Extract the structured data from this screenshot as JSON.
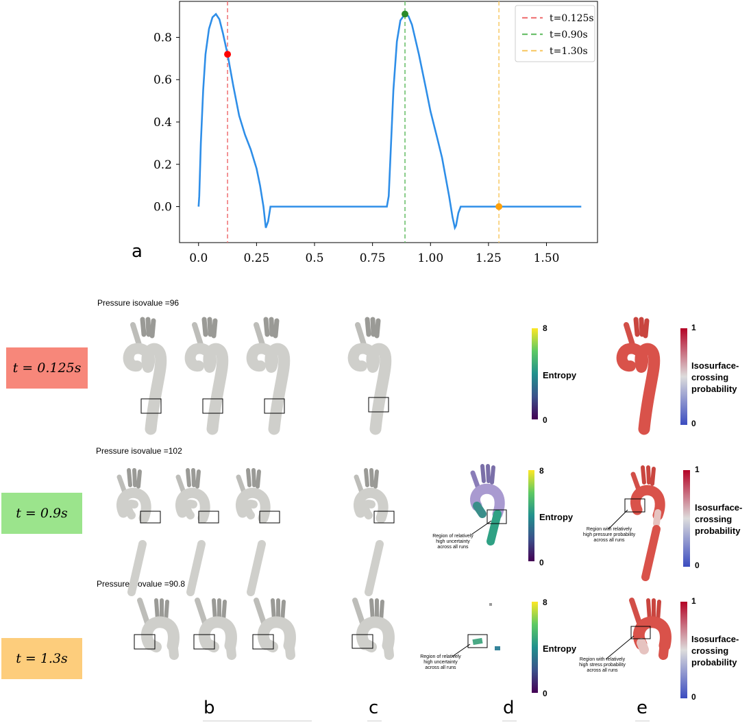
{
  "chart_data": {
    "type": "line",
    "x": [
      0.0,
      0.003,
      0.01,
      0.02,
      0.03,
      0.045,
      0.06,
      0.075,
      0.09,
      0.105,
      0.125,
      0.15,
      0.175,
      0.2,
      0.225,
      0.25,
      0.265,
      0.28,
      0.29,
      0.3,
      0.31,
      0.35,
      0.5,
      0.75,
      0.812,
      0.82,
      0.83,
      0.84,
      0.855,
      0.87,
      0.89,
      0.905,
      0.92,
      0.95,
      0.98,
      1.0,
      1.03,
      1.05,
      1.065,
      1.08,
      1.095,
      1.105,
      1.11,
      1.12,
      1.13,
      1.16,
      1.3,
      1.5,
      1.65
    ],
    "series": [
      {
        "values": [
          0.0,
          0.05,
          0.3,
          0.55,
          0.72,
          0.84,
          0.895,
          0.91,
          0.885,
          0.82,
          0.72,
          0.57,
          0.43,
          0.34,
          0.27,
          0.18,
          0.1,
          0.0,
          -0.1,
          -0.07,
          0.0,
          0.0,
          0.0,
          0.0,
          0.0,
          0.05,
          0.3,
          0.55,
          0.78,
          0.88,
          0.91,
          0.9,
          0.86,
          0.72,
          0.56,
          0.45,
          0.32,
          0.23,
          0.14,
          0.05,
          -0.05,
          -0.1,
          -0.09,
          -0.03,
          0.0,
          0.0,
          0.0,
          0.0,
          0.0
        ]
      }
    ],
    "legend": [
      {
        "label": "t=0.125s",
        "color": "#f0787a",
        "x": 0.125
      },
      {
        "label": "t=0.90s",
        "color": "#6cc06c",
        "x": 0.89
      },
      {
        "label": "t=1.30s",
        "color": "#f8cc6e",
        "x": 1.295
      }
    ],
    "markers": [
      {
        "x": 0.125,
        "y": 0.72,
        "color": "#ff0000"
      },
      {
        "x": 0.89,
        "y": 0.91,
        "color": "#2a8a2a"
      },
      {
        "x": 1.295,
        "y": 0.0,
        "color": "#ffa10a"
      }
    ],
    "xticks": [
      "0.0",
      "0.25",
      "0.5",
      "0.75",
      "1.00",
      "1.25",
      "1.50"
    ],
    "xtick_values": [
      0,
      0.25,
      0.5,
      0.75,
      1.0,
      1.25,
      1.5
    ],
    "yticks": [
      "0.0",
      "0.2",
      "0.4",
      "0.6",
      "0.8"
    ],
    "ytick_values": [
      0,
      0.2,
      0.4,
      0.6,
      0.8
    ],
    "xlim": [
      -0.082,
      1.72
    ],
    "ylim": [
      -0.17,
      0.97
    ],
    "legend_position": "top-right",
    "line_color": "#2e8ee8",
    "grid": false
  },
  "panels": {
    "a": "a",
    "b": "b",
    "c": "c",
    "d": "d",
    "e": "e"
  },
  "rows": [
    {
      "title": "Pressure isovalue =96",
      "time": "t = 0.125s",
      "color": "#f7877a"
    },
    {
      "title": "Pressure isovalue =102",
      "time": "t = 0.9s",
      "color": "#9be48c"
    },
    {
      "title": "Pressure isovalue =90.8",
      "time": "t = 1.3s",
      "color": "#fdcd7c"
    }
  ],
  "entropy": {
    "label": "Entropy",
    "max": "8",
    "min": "0"
  },
  "probability": {
    "label_line1": "Isosurface-",
    "label_line2": "crossing",
    "label_line3": "probability",
    "max": "1",
    "min": "0"
  },
  "annotations": {
    "d_row2": [
      "Region of relatively",
      "high uncertainty",
      "across all runs"
    ],
    "e_row2": [
      "Region with relatively",
      "high pressure probability",
      "across all runs"
    ],
    "d_row3": [
      "Region of relatively",
      "high uncertainty",
      "across all runs"
    ],
    "e_row3": [
      "Region with relatively",
      "high stress probability",
      "across all runs"
    ]
  },
  "colors": {
    "aorta": "#cfcfcb",
    "aorta_red": "#d9524a",
    "text": "#000000"
  }
}
